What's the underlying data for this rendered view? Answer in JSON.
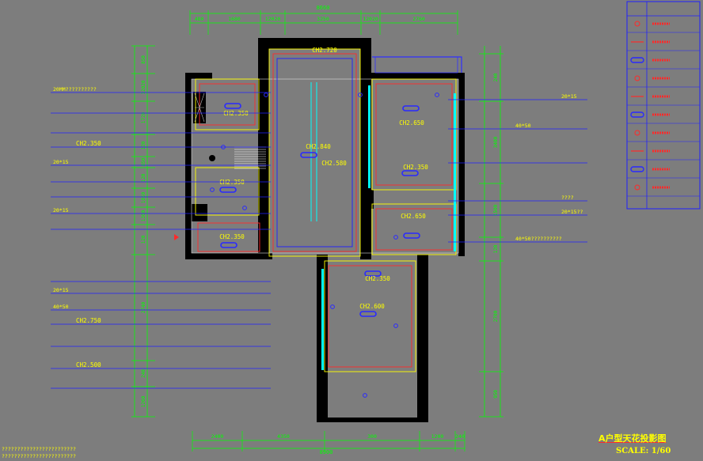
{
  "dims": {
    "top_total": "8660",
    "top": [
      "480",
      "1680",
      "12020",
      "3250",
      "12020",
      "2760"
    ],
    "bottom_total": "8900",
    "bottom": [
      "2400",
      "4350",
      "300",
      "1200",
      "240"
    ],
    "left": [
      "850",
      "12020",
      "1720",
      "120",
      "850",
      "120",
      "1050",
      "1300",
      "120",
      "2740",
      "240",
      "1260"
    ],
    "right": [
      "240",
      "3400",
      "1500",
      "120",
      "2700",
      "950"
    ]
  },
  "ceiling_heights": [
    "CH2.720",
    "CH2.350",
    "CH2.840",
    "CH2.580",
    "CH2.350",
    "CH2.350",
    "CH2.650",
    "CH2.350",
    "CH2.650",
    "CH2.350",
    "CH2.600"
  ],
  "left_notes": [
    {
      "text": "20MM??????????",
      "value": ""
    },
    {
      "text": "",
      "value": ""
    },
    {
      "text": "",
      "value": ""
    },
    {
      "text": "",
      "value": "CH2.350"
    },
    {
      "text": "20*15",
      "value": ""
    },
    {
      "text": "",
      "value": ""
    },
    {
      "text": "",
      "value": ""
    },
    {
      "text": "20*15",
      "value": ""
    },
    {
      "text": "",
      "value": ""
    },
    {
      "text": "",
      "value": ""
    },
    {
      "text": "20*15",
      "value": ""
    },
    {
      "text": "40*50",
      "value": ""
    },
    {
      "text": "",
      "value": "CH2.750"
    },
    {
      "text": "",
      "value": ""
    },
    {
      "text": "",
      "value": "CH2.500"
    },
    {
      "text": "",
      "value": ""
    }
  ],
  "right_notes": [
    "20*15",
    "40*50",
    "",
    "????",
    "20*15??",
    "40*50??????????"
  ],
  "legend_heading": "",
  "legend_items": 10,
  "footnote": [
    "????????????????????????",
    "????????????????????????"
  ],
  "title": "A户型天花投影图",
  "scale": "SCALE: 1/60",
  "colors": {
    "background": "#7d7d7d",
    "wall": "#000000",
    "dimension": "#00ff00",
    "leader": "#2020ff",
    "text": "#ffff00",
    "ceiling": "#ff2a2a",
    "cove": "#00ffff",
    "frame": "#ffff00"
  }
}
